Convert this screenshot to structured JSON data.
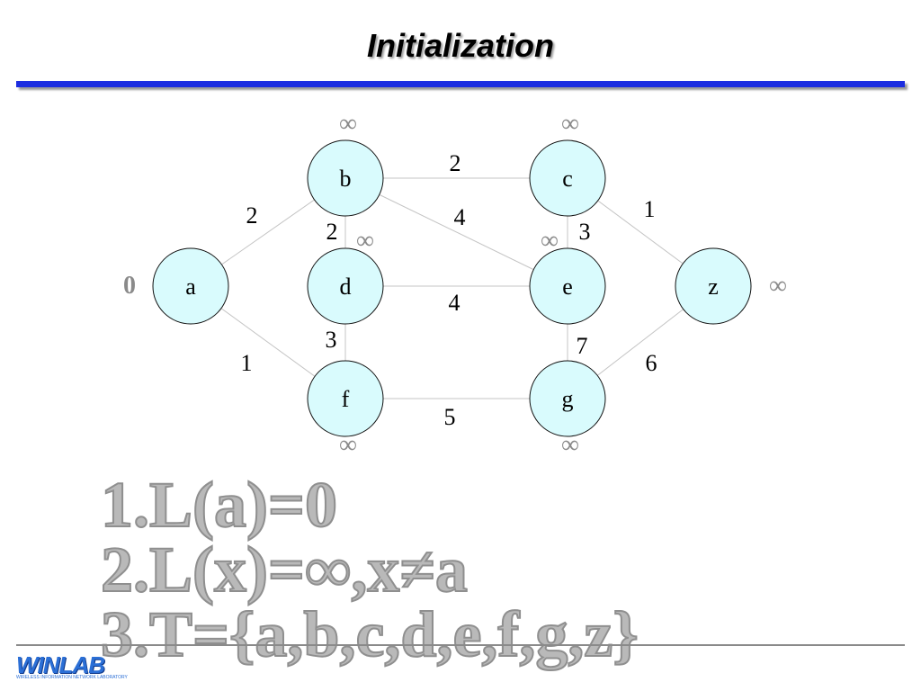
{
  "slide": {
    "title": "Initialization"
  },
  "graph": {
    "nodes": [
      {
        "id": "a",
        "label": "a",
        "distance": "0"
      },
      {
        "id": "b",
        "label": "b",
        "distance": "∞"
      },
      {
        "id": "c",
        "label": "c",
        "distance": "∞"
      },
      {
        "id": "d",
        "label": "d",
        "distance": "∞"
      },
      {
        "id": "e",
        "label": "e",
        "distance": "∞"
      },
      {
        "id": "f",
        "label": "f",
        "distance": "∞"
      },
      {
        "id": "g",
        "label": "g",
        "distance": "∞"
      },
      {
        "id": "z",
        "label": "z",
        "distance": "∞"
      }
    ],
    "edges": [
      {
        "from": "a",
        "to": "b",
        "weight": "2"
      },
      {
        "from": "a",
        "to": "f",
        "weight": "1"
      },
      {
        "from": "b",
        "to": "c",
        "weight": "2"
      },
      {
        "from": "b",
        "to": "d",
        "weight": "2"
      },
      {
        "from": "b",
        "to": "e",
        "weight": "4"
      },
      {
        "from": "c",
        "to": "e",
        "weight": "3"
      },
      {
        "from": "c",
        "to": "z",
        "weight": "1"
      },
      {
        "from": "d",
        "to": "e",
        "weight": "4"
      },
      {
        "from": "d",
        "to": "f",
        "weight": "3"
      },
      {
        "from": "e",
        "to": "g",
        "weight": "7"
      },
      {
        "from": "f",
        "to": "g",
        "weight": "5"
      },
      {
        "from": "g",
        "to": "z",
        "weight": "6"
      }
    ],
    "colors": {
      "node_fill": "#d9fbfd",
      "node_stroke": "#111111",
      "edge": "#c4c4c4",
      "infinity_label": "#8a8a8a",
      "start_label": "#8a8a8a"
    }
  },
  "steps": {
    "line1": "1.L(a)=0",
    "line2": "2.L(x)=∞,x≠a",
    "line3": "3.T={a,b,c,d,e,f,g,z}"
  },
  "logo": {
    "name": "WINLAB",
    "subtitle": "WIRELESS INFORMATION NETWORK LABORATORY"
  }
}
